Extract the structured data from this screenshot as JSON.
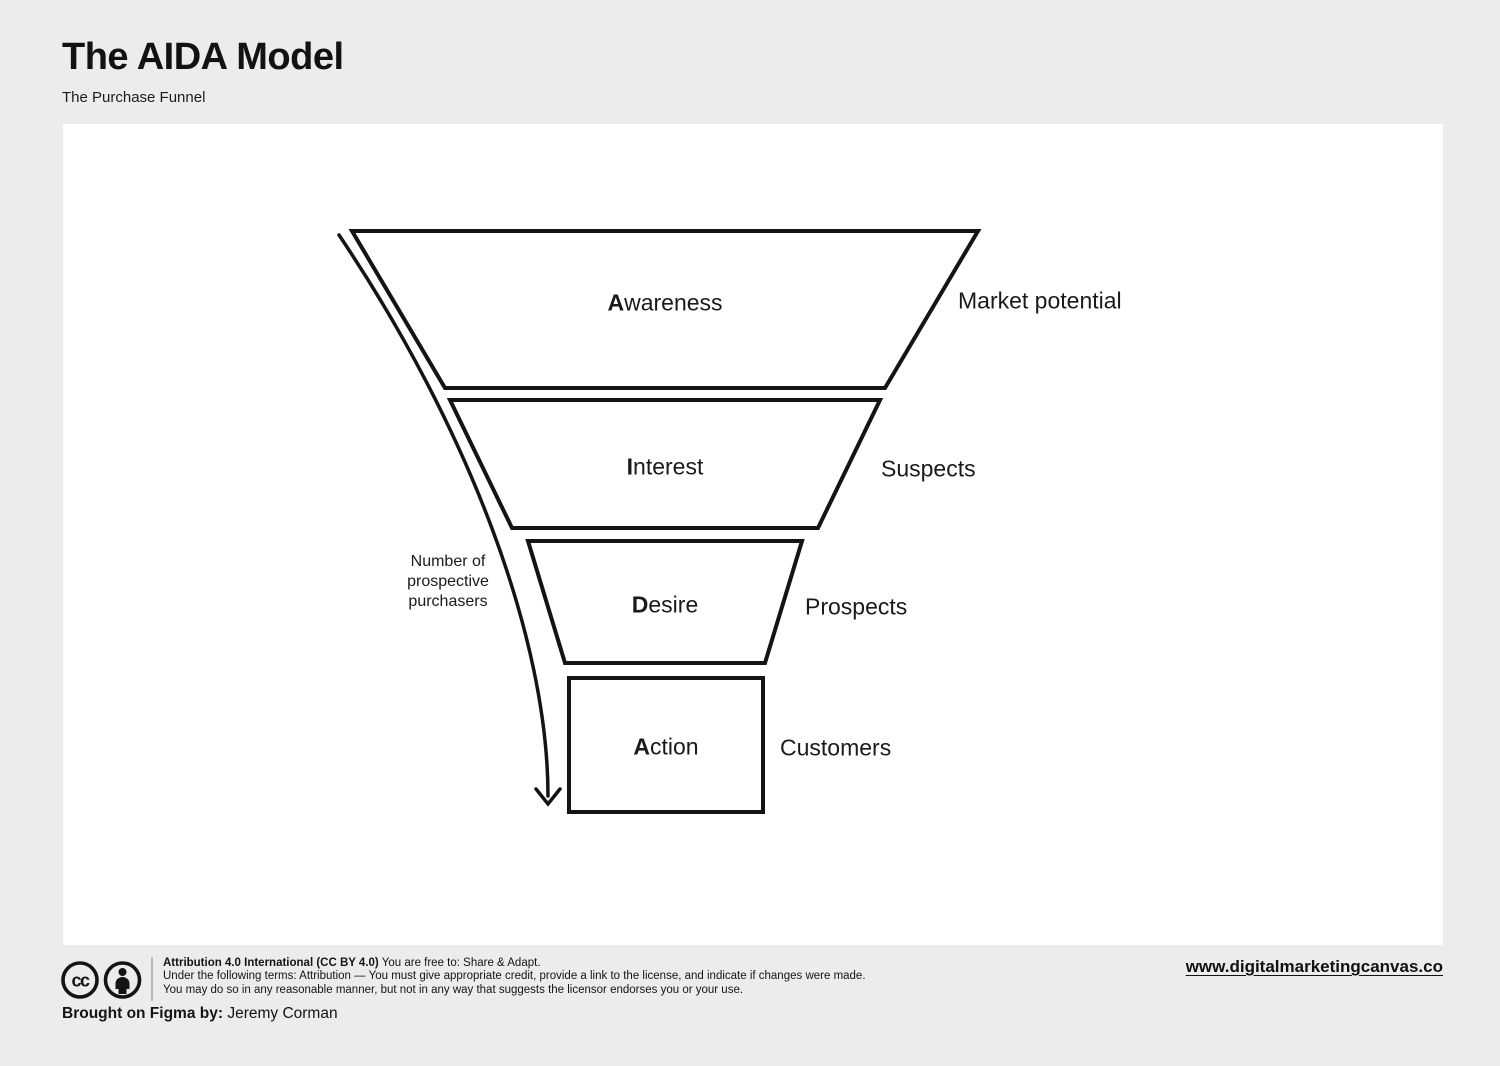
{
  "page": {
    "background_color": "#ececec",
    "canvas_color": "#ffffff",
    "stroke_color": "#141414"
  },
  "header": {
    "title": "The AIDA Model",
    "subtitle": "The Purchase Funnel"
  },
  "diagram": {
    "type": "funnel",
    "stages": [
      {
        "letter": "A",
        "rest": "wareness",
        "side_label": "Market potential"
      },
      {
        "letter": "I",
        "rest": "nterest",
        "side_label": "Suspects"
      },
      {
        "letter": "D",
        "rest": "esire",
        "side_label": "Prospects"
      },
      {
        "letter": "A",
        "rest": "ction",
        "side_label": "Customers"
      }
    ],
    "axis_annotation": {
      "line1": "Number of",
      "line2": "prospective",
      "line3": "purchasers"
    }
  },
  "footer": {
    "license": {
      "line1_bold": "Attribution 4.0 International (CC BY 4.0)",
      "line1_rest": " You are free to: Share & Adapt.",
      "line2": "Under the following terms: Attribution — You must give appropriate credit, provide a link to the license, and indicate if changes were made.",
      "line3": "You may do so in any reasonable manner, but not in any way that suggests the licensor endorses you or your use."
    },
    "credit_bold": "Brought on Figma by:",
    "credit_name": " Jeremy Corman",
    "website": "www.digitalmarketingcanvas.co"
  }
}
